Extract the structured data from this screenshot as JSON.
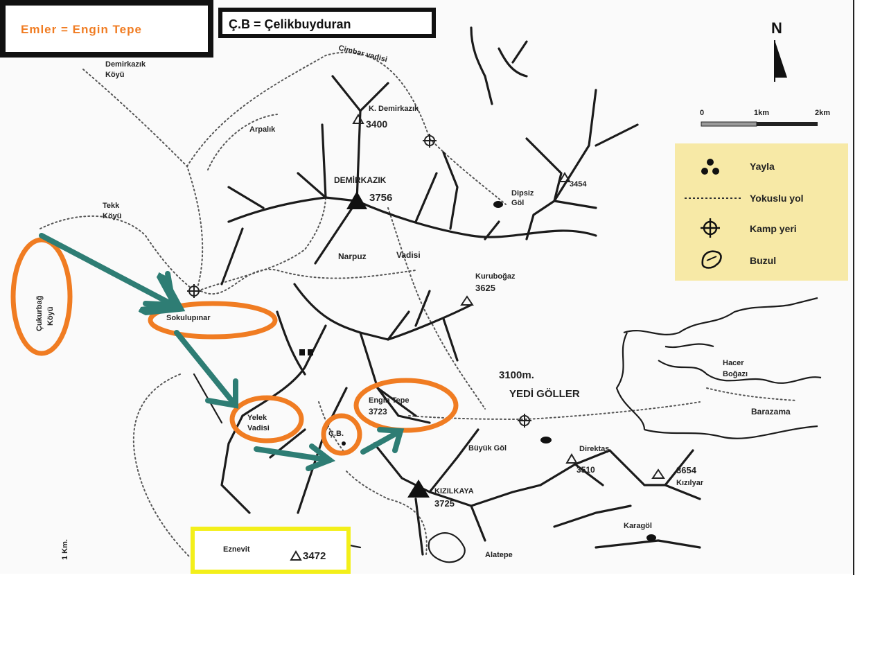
{
  "header": {
    "emler_label": "Emler = Engin Tepe",
    "cb_label": "Ç.B = Çelikbuyduran"
  },
  "compass": {
    "letter": "N"
  },
  "scale": {
    "start": "0",
    "mid": "1km",
    "end": "2km"
  },
  "legend": {
    "items": [
      {
        "icon": "yayla-icon",
        "label": "Yayla"
      },
      {
        "icon": "trail-icon",
        "label": "Yokuslu yol"
      },
      {
        "icon": "camp-icon",
        "label": "Kamp yeri"
      },
      {
        "icon": "glacier-icon",
        "label": "Buzul"
      }
    ]
  },
  "places": {
    "demirkazik_koyu_1": "Demirkazık",
    "demirkazik_koyu_2": "Köyü",
    "cimbar": "Cimbar vadisi",
    "k_demirkazik": "K. Demirkazık",
    "k_demirkazik_alt": "3400",
    "arpalik": "Arpalık",
    "demirkazik": "DEMİRKAZIK",
    "demirkazik_alt": "3756",
    "dipsiz_1": "Dipsiz",
    "dipsiz_2": "Göl",
    "peak_3454": "3454",
    "tekk_1": "Tekk",
    "tekk_2": "Köyü",
    "narpuz": "Narpuz",
    "vadisi": "Vadisi",
    "kuruboğaz": "Kuruboğaz",
    "kuruboğaz_alt": "3625",
    "cukurbag_1": "Çukurbağ",
    "cukurbag_2": "Köyü",
    "sokulupinar": "Sokulupınar",
    "yelek_1": "Yelek",
    "yelek_2": "Vadisi",
    "engin_tepe": "Engin Tepe",
    "engin_tepe_alt": "3723",
    "cb": "Ç.B.",
    "alt_3100": "3100m.",
    "yedi_goller": "YEDİ GÖLLER",
    "hacer_1": "Hacer",
    "hacer_2": "Boğazı",
    "barazama": "Barazama",
    "buyuk_gol": "Büyük Göl",
    "direktas": "Direktaş",
    "direktas_alt": "3510",
    "kizilkaya": "KIZILKAYA",
    "kizilkaya_alt": "3725",
    "kizilyar_alt": "3654",
    "kizilyar": "Kızılyar",
    "karagol": "Karagöl",
    "alatepe": "Alatepe",
    "eznevit": "Eznevit",
    "eznevit_alt": "3472",
    "margin_km": "1 Km."
  },
  "colors": {
    "orange": "#f07c22",
    "arrow": "#2e7d74",
    "legend_bg": "#f7e9a6",
    "yellow_box": "#f3ef1a"
  }
}
